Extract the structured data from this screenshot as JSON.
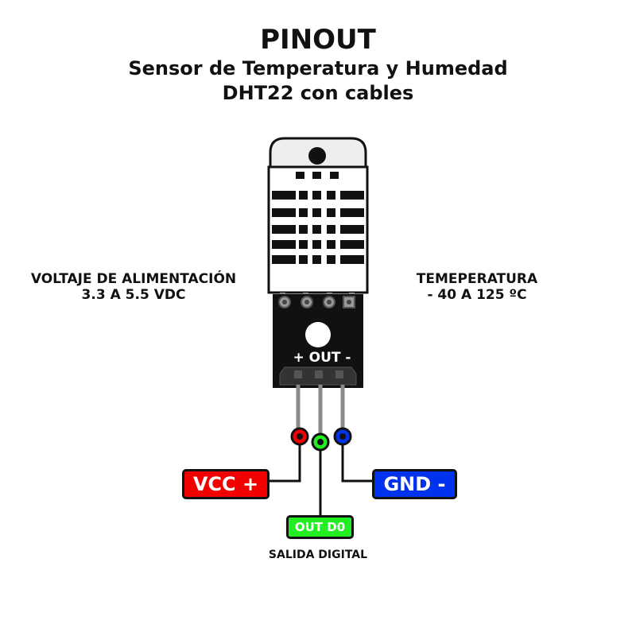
{
  "header": {
    "title": "PINOUT",
    "subtitle_line1": "Sensor de Temperatura y Humedad",
    "subtitle_line2": "DHT22 con cables"
  },
  "specs": {
    "voltage_label": "VOLTAJE DE ALIMENTACIÓN",
    "voltage_value": "3.3 A 5.5 VDC",
    "temperature_label": "TEMEPERATURA",
    "temperature_value": "- 40 A 125 ºC"
  },
  "board": {
    "header_marking": "+ OUT -"
  },
  "pins": {
    "vcc": {
      "label": "VCC +",
      "color": "#f20000"
    },
    "out": {
      "label": "OUT D0",
      "color": "#22ee22",
      "description": "SALIDA DIGITAL"
    },
    "gnd": {
      "label": "GND -",
      "color": "#0033ee"
    }
  }
}
